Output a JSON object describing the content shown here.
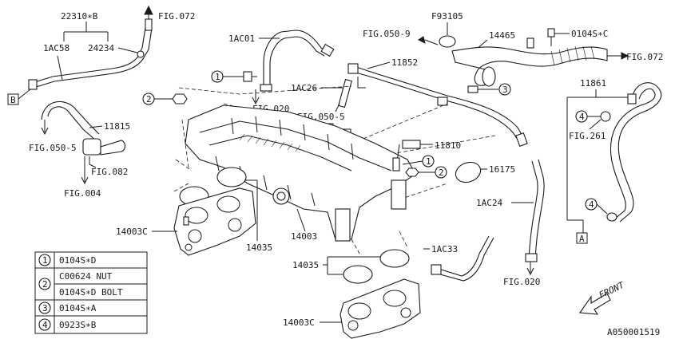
{
  "labels": {
    "l22310b": "22310∗B",
    "fig072a": "FIG.072",
    "l1ac58": "1AC58",
    "l24234": "24234",
    "l1ac01": "1AC01",
    "lf93105": "F93105",
    "fig050_9": "FIG.050-9",
    "l14465": "14465",
    "l0104sc": "0104S∗C",
    "fig072b": "FIG.072",
    "l11852": "11852",
    "l1ac26": "1AC26",
    "fig020a": "FIG.020",
    "fig050_5a": "FIG.050-5",
    "l11861": "11861",
    "fig261": "FIG.261",
    "l11815": "11815",
    "fig050_5b": "FIG.050-5",
    "fig082": "FIG.082",
    "fig004": "FIG.004",
    "l11810": "11810",
    "l16175": "16175",
    "l1ac24": "1AC24",
    "l14003c_a": "14003C",
    "l14035_a": "14035",
    "l14003": "14003",
    "l14035_b": "14035",
    "l1ac33": "1AC33",
    "fig020b": "FIG.020",
    "l14003c_b": "14003C",
    "front": "FRONT",
    "diagram_id": "A050001519"
  },
  "refs": {
    "b": "B",
    "a": "A",
    "c1": "1",
    "c2": "2",
    "c3": "3",
    "c4": "4"
  },
  "legend": [
    {
      "num": "1",
      "text": "0104S∗D"
    },
    {
      "num": "2",
      "text": "C00624 NUT"
    },
    {
      "num": "2",
      "text": "0104S∗D BOLT"
    },
    {
      "num": "3",
      "text": "0104S∗A"
    },
    {
      "num": "4",
      "text": "0923S∗B"
    }
  ]
}
